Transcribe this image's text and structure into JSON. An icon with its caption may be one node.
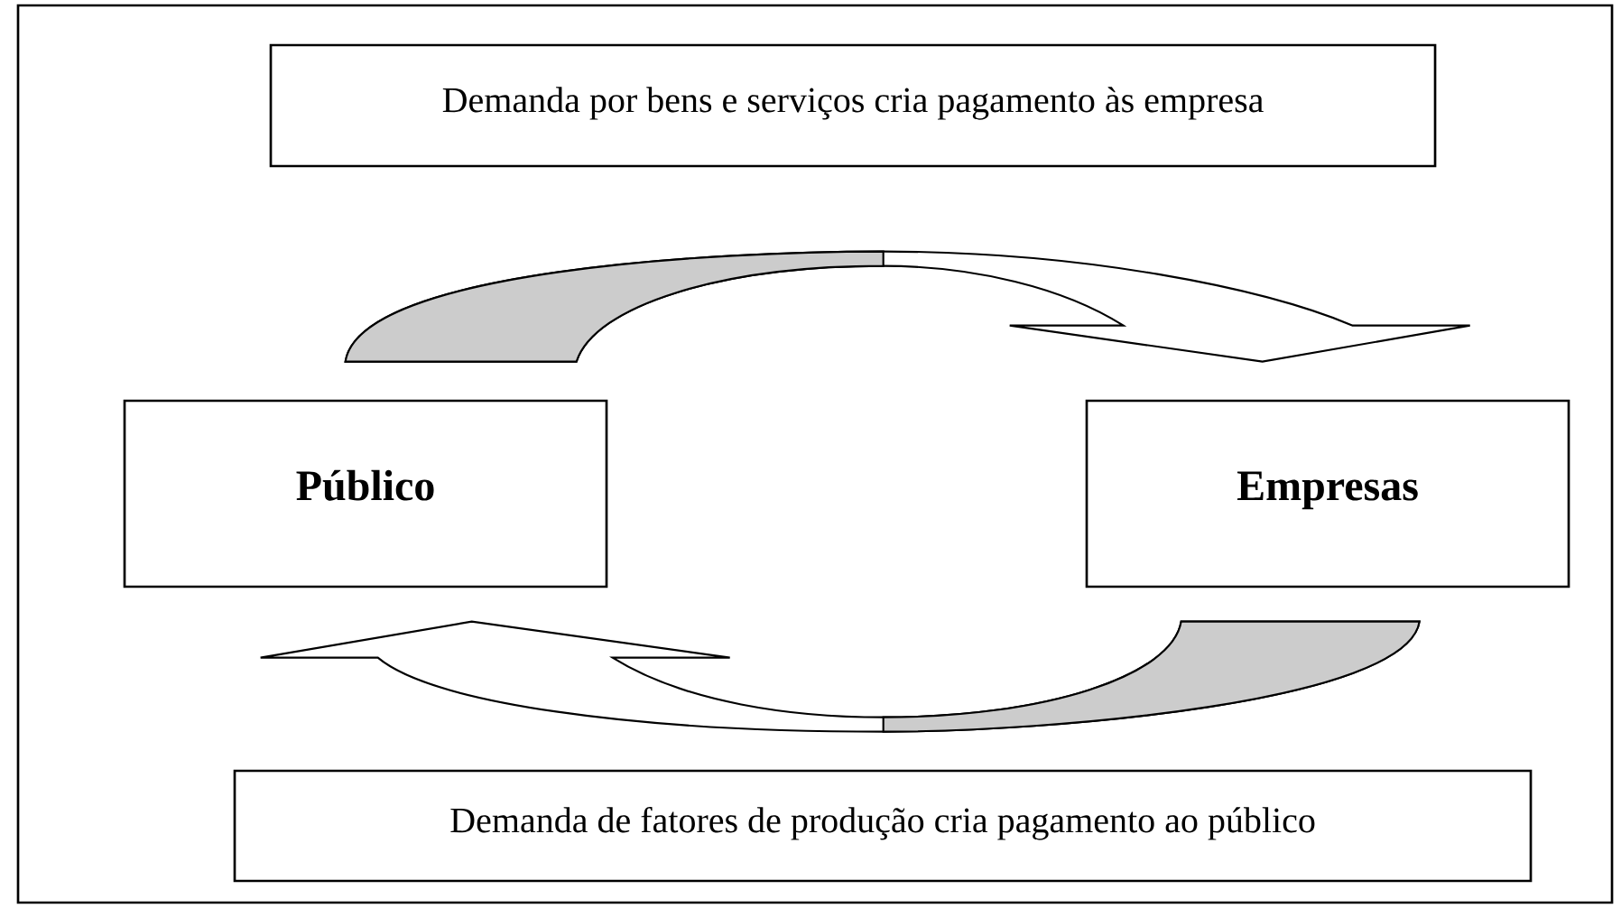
{
  "diagram": {
    "nodes": [
      {
        "text": [
          "Demanda por bens e serviços cria pagamento às empresa"
        ]
      },
      {
        "text": [
          "Público"
        ]
      },
      {
        "text": [
          "Empresas"
        ]
      },
      {
        "text": [
          "Demanda de fatores de produção cria pagamento ao público"
        ]
      }
    ],
    "edges": [
      {
        "from": 1,
        "to": 2,
        "arrow": "to"
      },
      {
        "from": 2,
        "to": 1,
        "arrow": "to"
      }
    ]
  }
}
